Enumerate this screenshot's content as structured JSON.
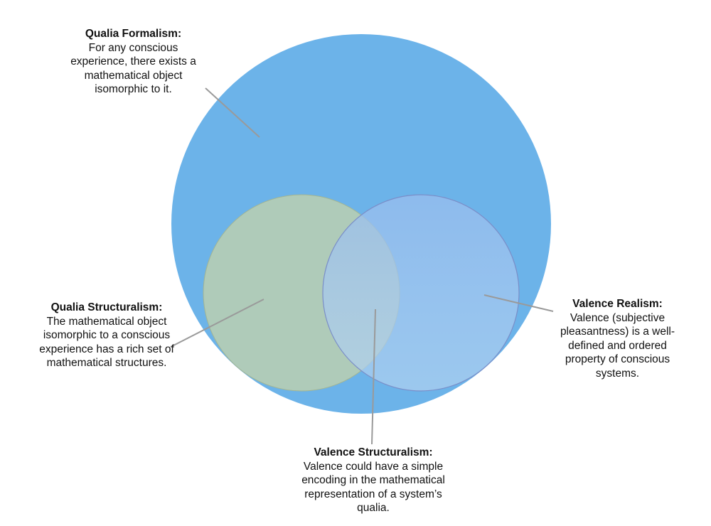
{
  "labels": {
    "qualia_formalism": {
      "title": "Qualia Formalism:",
      "text": "For any conscious experience, there exists a mathematical object isomorphic to it."
    },
    "qualia_structuralism": {
      "title": "Qualia Structuralism:",
      "text": "The mathematical object isomorphic to a conscious experience has a rich set of mathematical structures."
    },
    "valence_realism": {
      "title": "Valence Realism:",
      "text": "Valence (subjective pleasantness) is a well-defined and ordered property of conscious systems."
    },
    "valence_structuralism": {
      "title": "Valence Structuralism:",
      "text": "Valence could have a simple encoding in the mathematical representation of a system’s qualia."
    }
  },
  "colors": {
    "outer": "#6cb3e9",
    "green": "#afcbb9",
    "blue": "#9fc2ee",
    "leader": "#9a9a9a"
  }
}
